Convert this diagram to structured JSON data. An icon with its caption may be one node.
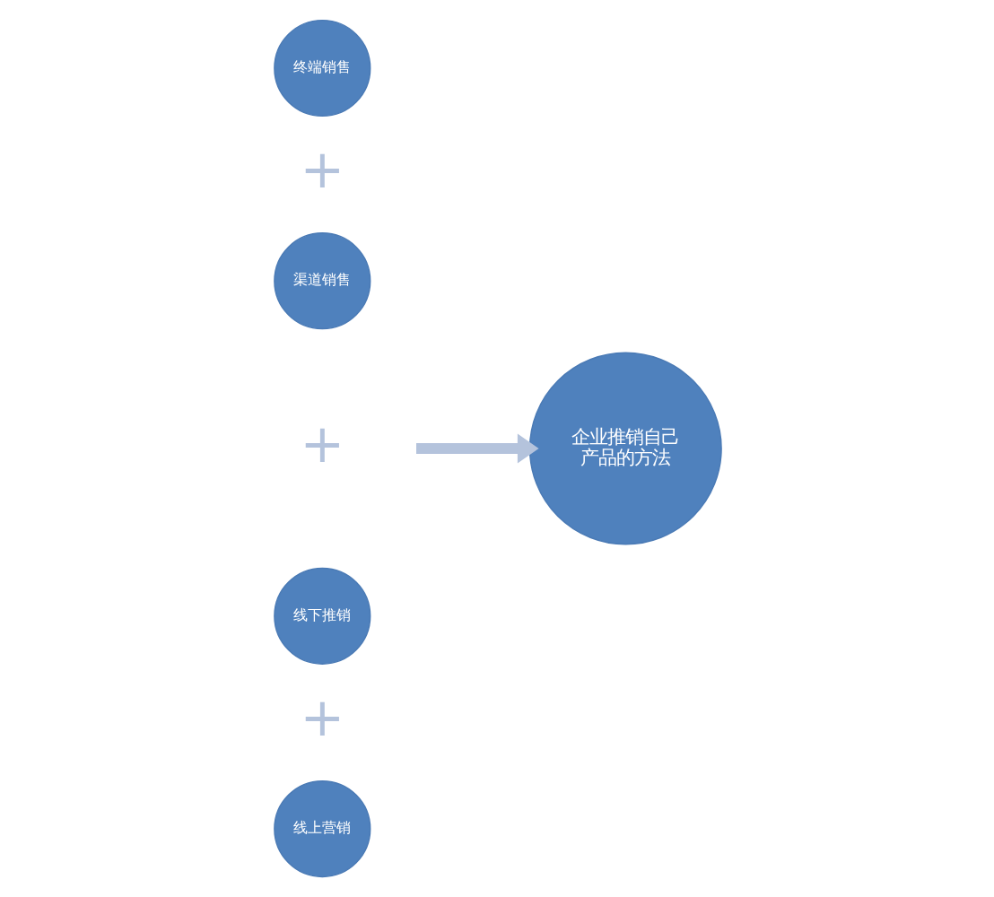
{
  "diagram": {
    "nodes": [
      {
        "text": [
          "终端销售"
        ]
      },
      {
        "text": [
          "渠道销售"
        ]
      },
      {
        "text": [
          "线下推销"
        ]
      },
      {
        "text": [
          "线上营销"
        ]
      },
      {
        "text": [
          "企业推销自己产品的方法"
        ]
      }
    ],
    "edges": [
      {
        "from": null,
        "to": 4,
        "arrow": "to"
      }
    ],
    "labels": [
      "+",
      "+",
      "+"
    ]
  }
}
